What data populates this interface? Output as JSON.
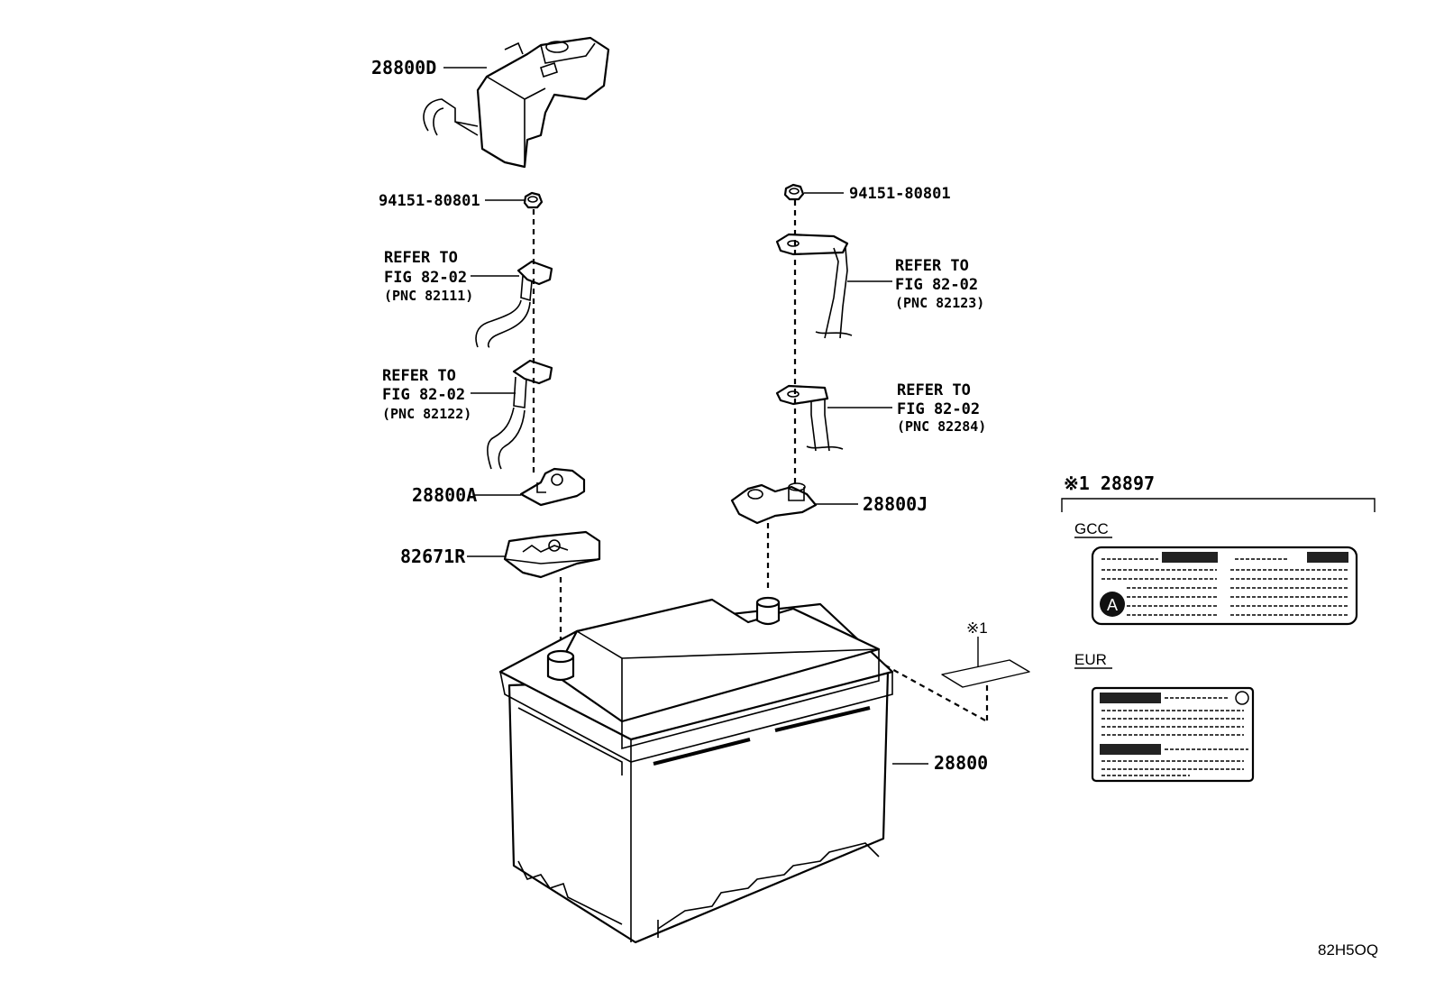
{
  "labels": {
    "cover": "28800D",
    "nut_left": "94151-80801",
    "nut_right": "94151-80801",
    "cable1_l1": "REFER TO",
    "cable1_l2": "FIG 82-02",
    "cable1_l3": "(PNC 82111)",
    "cable2_l1": "REFER TO",
    "cable2_l2": "FIG 82-02",
    "cable2_l3": "(PNC 82122)",
    "cable3_l1": "REFER TO",
    "cable3_l2": "FIG 82-02",
    "cable3_l3": "(PNC 82123)",
    "cable4_l1": "REFER TO",
    "cable4_l2": "FIG 82-02",
    "cable4_l3": "(PNC 82284)",
    "terminal_left": "28800A",
    "terminal_right": "28800J",
    "holder": "82671R",
    "battery": "28800",
    "note_ref": "※1",
    "note_title": "※1 28897",
    "gcc": "GCC",
    "eur": "EUR",
    "label_marker": "A",
    "figure_code": "82H5OQ"
  }
}
